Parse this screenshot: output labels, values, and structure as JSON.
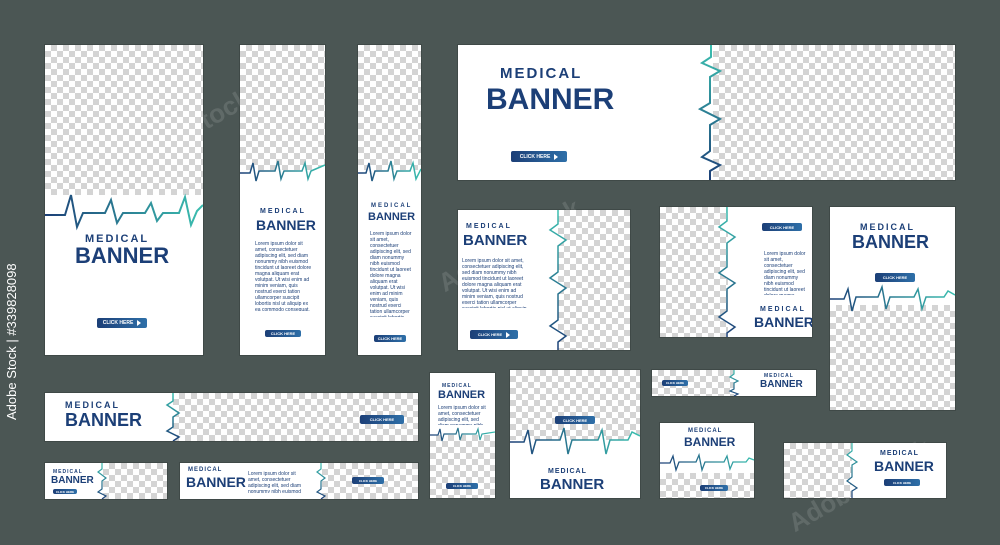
{
  "banner": {
    "title_line1": "MEDICAL",
    "title_line2": "BANNER",
    "button_label": "CLICK HERE",
    "body_text": "Lorem ipsum dolor sit amet, consectetuer adipiscing elit, sed diam nonummy nibh euismod tincidunt ut laoreet dolore magna aliquam erat volutpat. Ut wisi enim ad minim veniam, quis nostrud exerci tation ullamcorper suscipit lobortis nisl ut aliquip ex ea commodo consequat."
  },
  "stock": {
    "watermark": "Adobe Stock",
    "id_label": "Adobe Stock | #339828098"
  },
  "colors": {
    "background": "#4b5654",
    "navy": "#1c3f77",
    "teal": "#3bbfb0"
  }
}
